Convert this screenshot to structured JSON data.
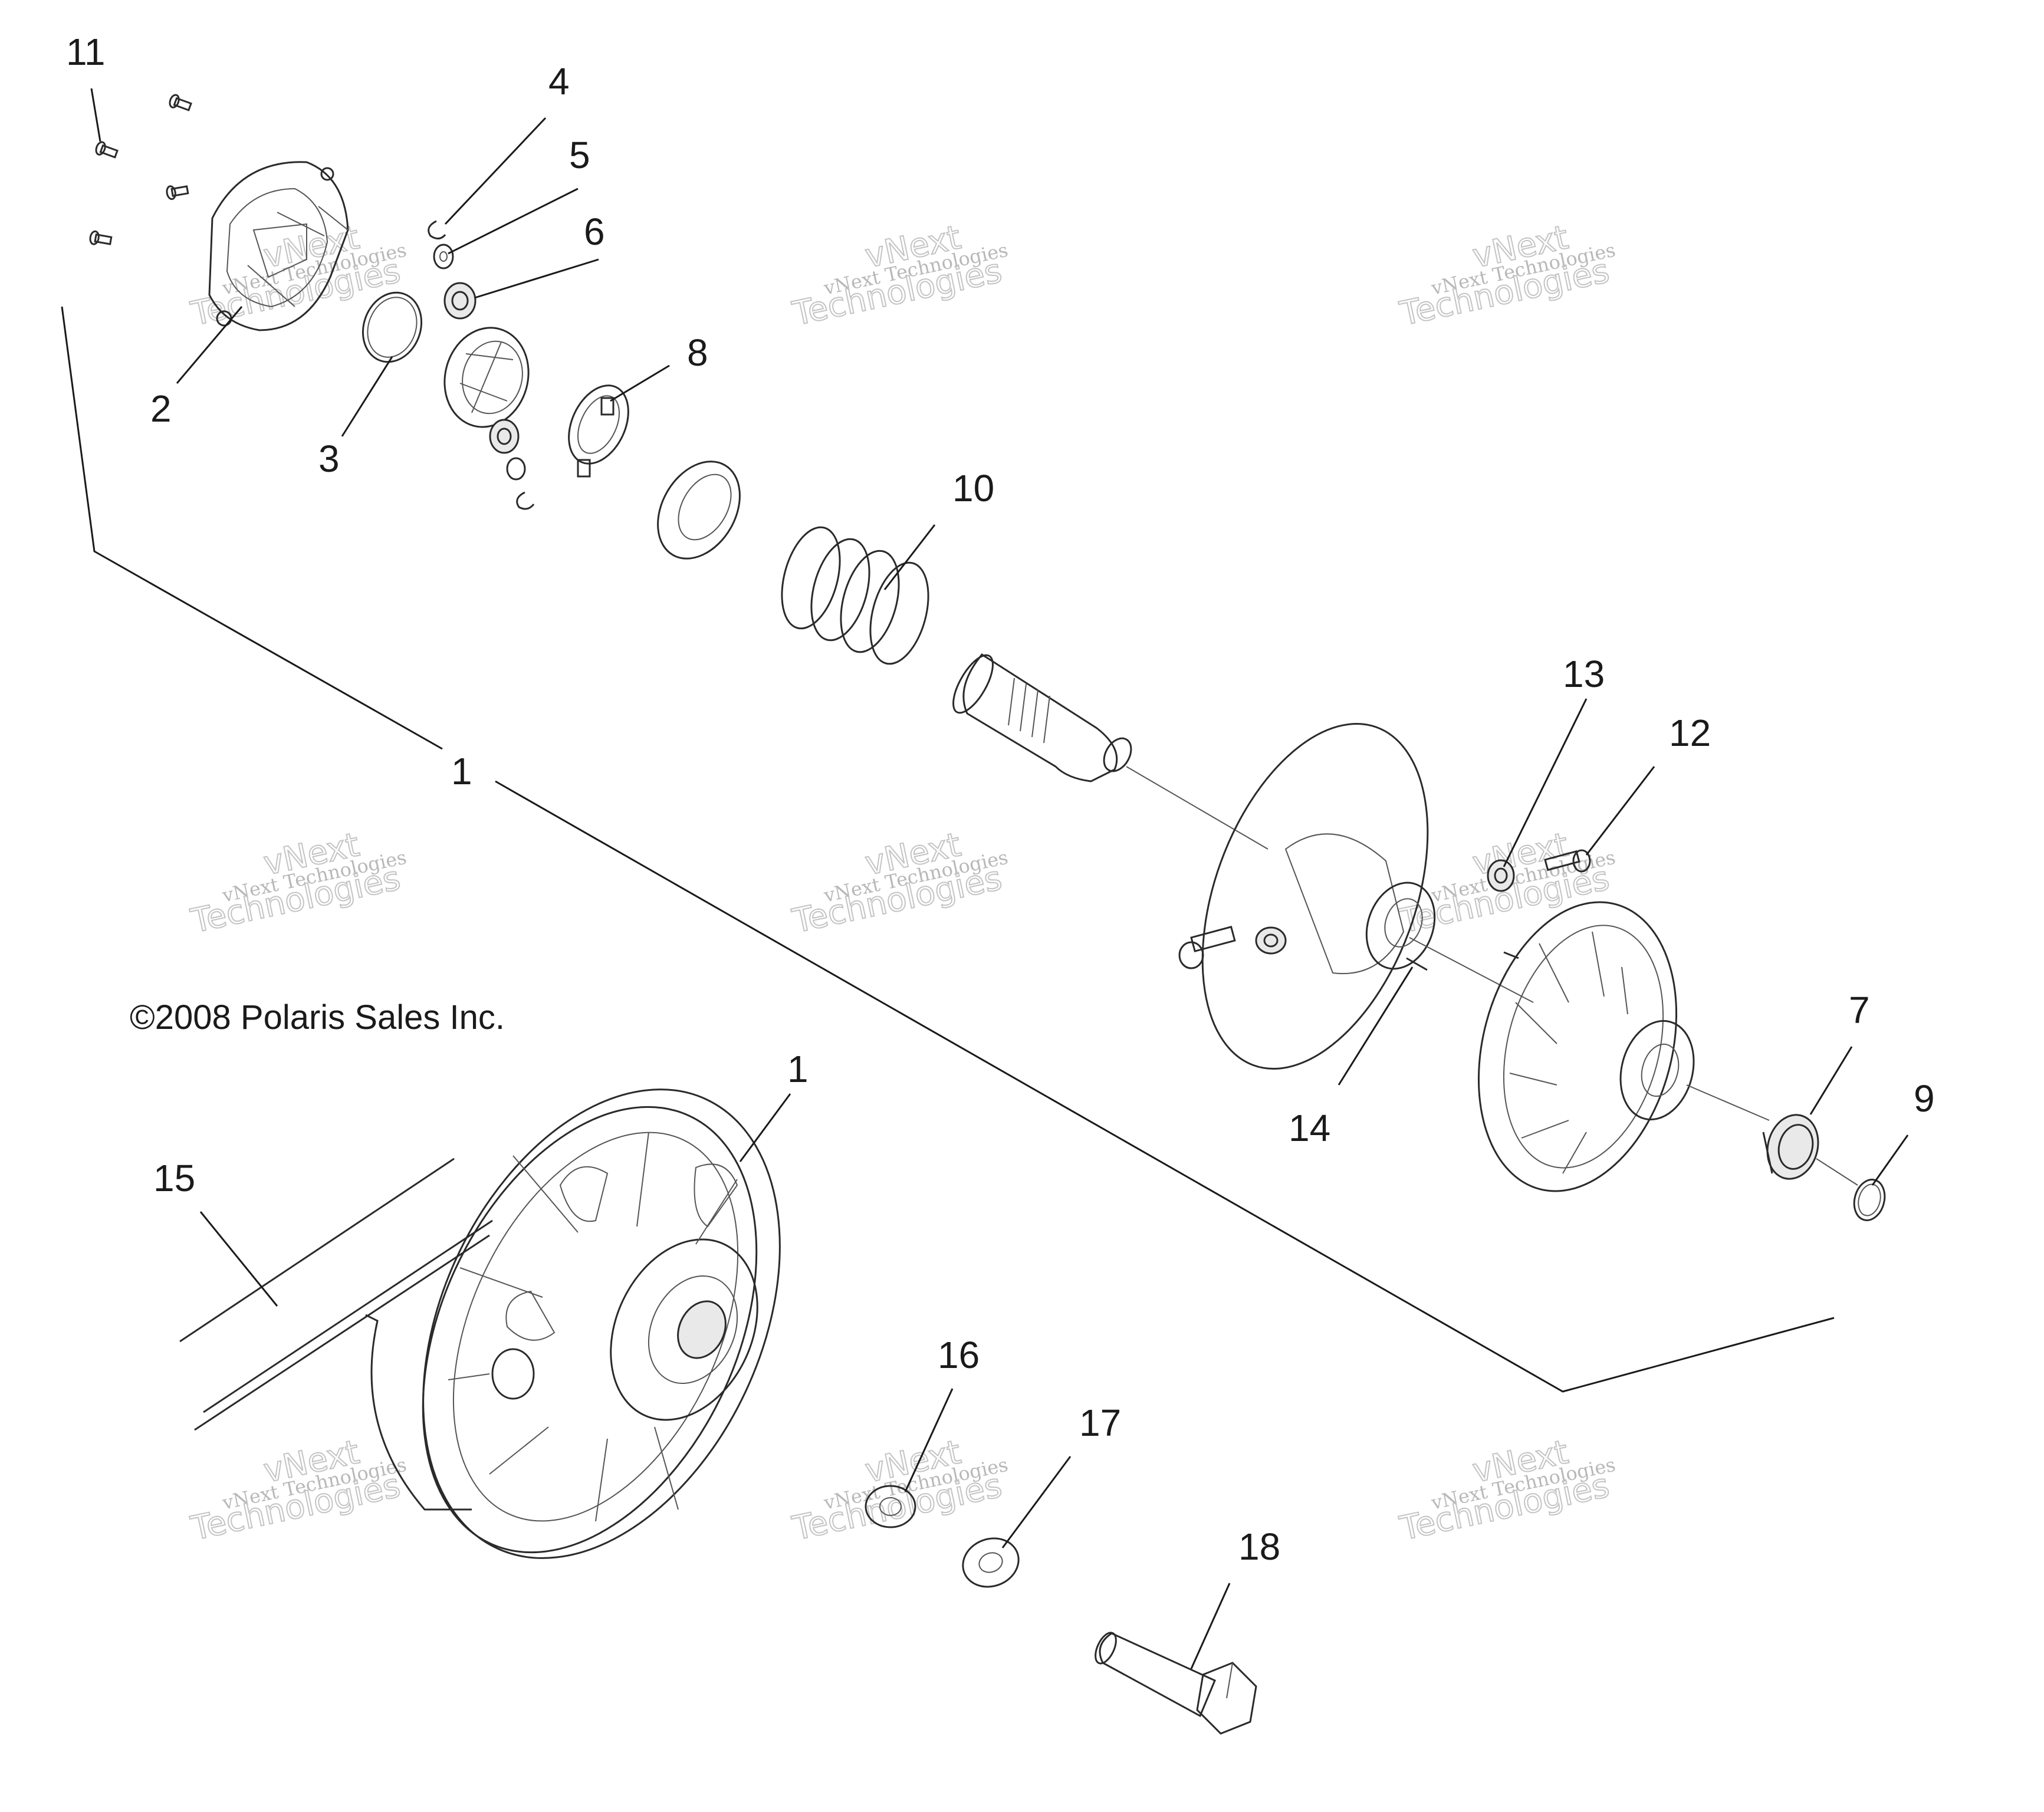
{
  "callouts": {
    "c1_upper": "1",
    "c1_lower": "1",
    "c2": "2",
    "c3": "3",
    "c4": "4",
    "c5": "5",
    "c6": "6",
    "c7": "7",
    "c8": "8",
    "c9": "9",
    "c10": "10",
    "c11": "11",
    "c12": "12",
    "c13": "13",
    "c14": "14",
    "c15": "15",
    "c16": "16",
    "c17": "17",
    "c18": "18"
  },
  "copyright": "©2008 Polaris Sales Inc.",
  "watermark": {
    "line1": "vNext Technologies",
    "line2": "vNext",
    "line3": "Technologies"
  }
}
